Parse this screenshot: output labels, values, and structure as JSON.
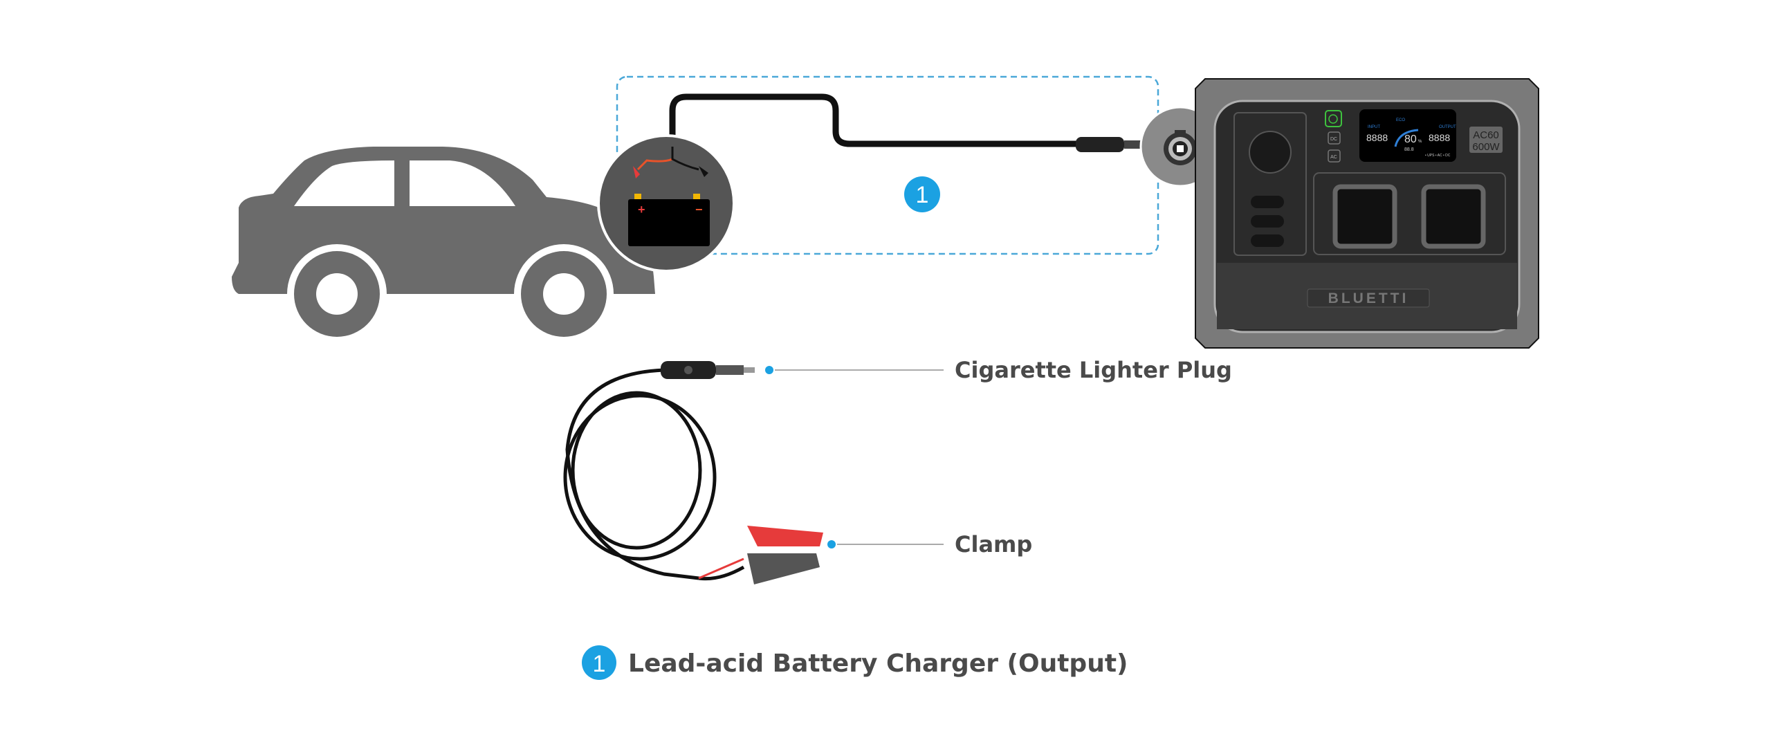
{
  "diagram": {
    "step_number": "1",
    "callouts": [
      {
        "label": "Cigarette Lighter Plug"
      },
      {
        "label": "Clamp"
      }
    ],
    "legend": {
      "number": "1",
      "label": "Lead-acid Battery Charger (Output)"
    },
    "battery": {
      "plus": "+",
      "minus": "−"
    }
  },
  "device": {
    "brand": "BLUETTI",
    "model": "AC60",
    "power": "600W",
    "buttons": {
      "dc": "DC",
      "ac": "AC"
    },
    "display": {
      "input_label": "INPUT",
      "output_label": "OUTPUT",
      "eco": "ECO",
      "input_value": "8888",
      "battery_percent": "80",
      "percent_sign": "%",
      "time_value": "88.8",
      "output_value": "8888",
      "modes": "• UPS • AC • DC"
    }
  },
  "colors": {
    "accent": "#1ba1e2",
    "car": "#6b6b6b",
    "device_body": "#7a7a7a",
    "device_panel": "#2b2b2b",
    "power_button": "#3ec23e",
    "clamp_red": "#e63b3b",
    "label_text": "#4a4a4a"
  }
}
